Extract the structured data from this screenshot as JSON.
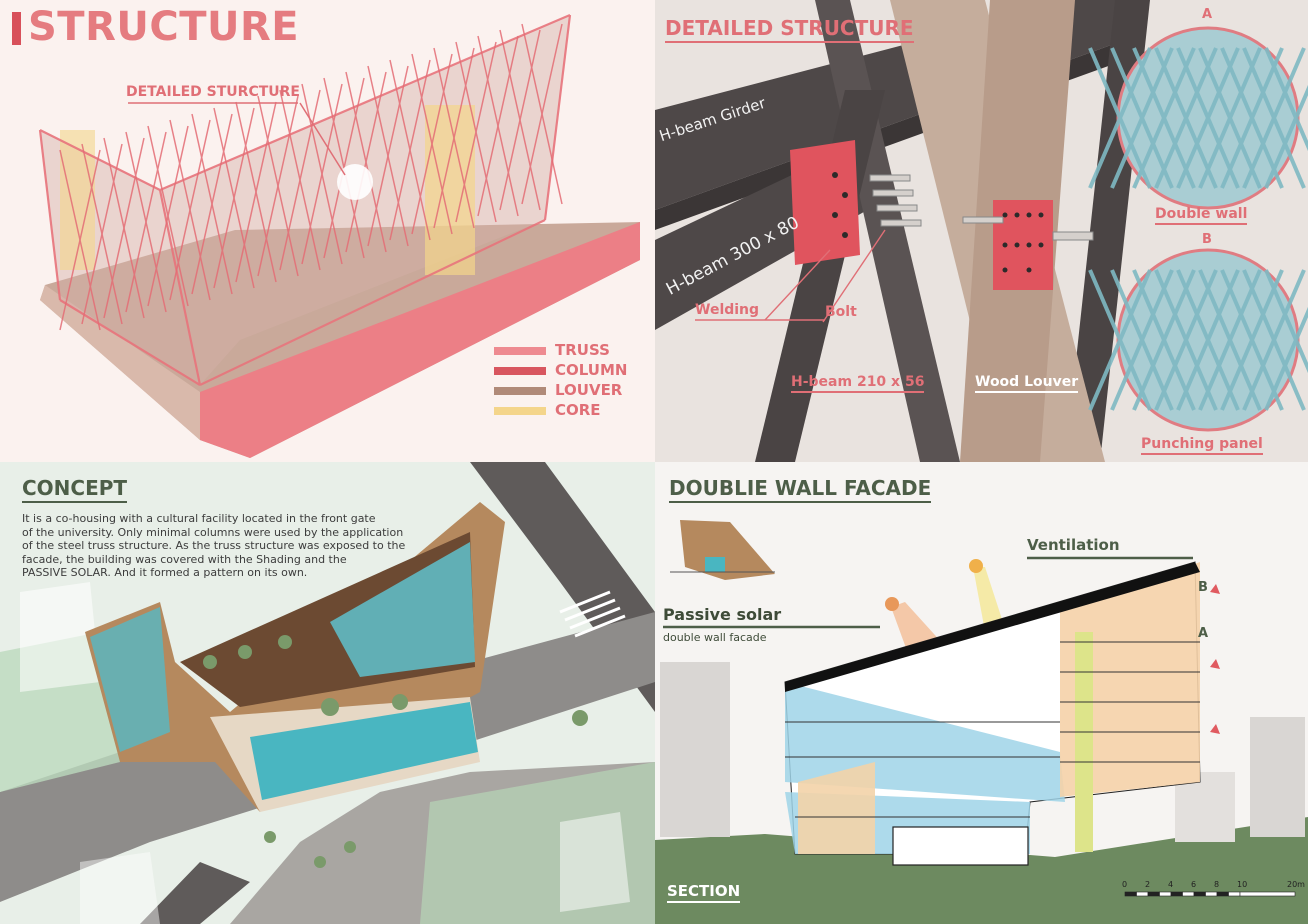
{
  "structure": {
    "title": "STRUCTURE",
    "callout": "DETAILED STURCTURE",
    "legend": [
      {
        "label": "TRUSS",
        "color": "#ee8a90"
      },
      {
        "label": "COLUMN",
        "color": "#d8565f"
      },
      {
        "label": "LOUVER",
        "color": "#b08a78"
      },
      {
        "label": "CORE",
        "color": "#f4d58a"
      }
    ]
  },
  "detail": {
    "title": "DETAILED STRUCTURE",
    "beam_top": "H-beam Girder",
    "beam_mid": "H-beam 300 x 80",
    "welding": "Welding",
    "bolt": "Bolt",
    "beam_low": "H-beam 210 x 56",
    "wood": "Wood Louver",
    "letter_a": "A",
    "double_wall": "Double wall",
    "letter_b": "B",
    "punching": "Punching panel"
  },
  "concept": {
    "title": "CONCEPT",
    "lines": [
      " It is a co-housing with a cultural facility located in the front gate",
      "of the university. Only minimal columns were used by the application",
      "of the steel truss structure. As the truss structure was exposed to the",
      "facade, the building was covered with the Shading and the",
      "PASSIVE SOLAR. And it formed a pattern on its own."
    ]
  },
  "facade": {
    "title": "DOUBLIE WALL FACADE",
    "ventilation": "Ventilation",
    "passive": "Passive solar",
    "passive_sub": "double wall facade",
    "marker_b": "B",
    "marker_a": "A",
    "section": "SECTION",
    "scale_ticks": [
      "0",
      "2",
      "4",
      "6",
      "8",
      "10",
      "20m"
    ]
  },
  "colors": {
    "accent_pink": "#e06f76",
    "column_red": "#d8505a",
    "olive": "#4d5e48"
  }
}
